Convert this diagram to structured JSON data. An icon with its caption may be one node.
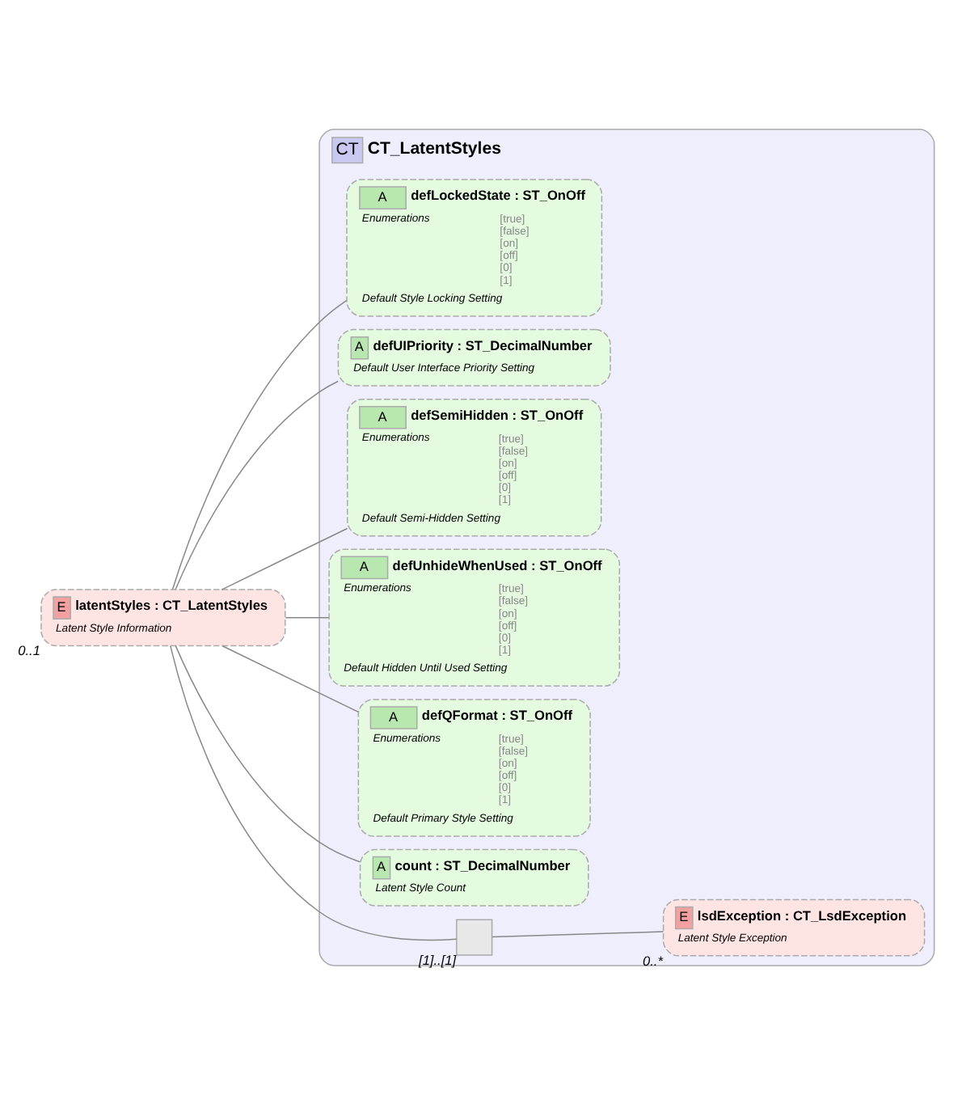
{
  "diagram": {
    "nodes": [
      {
        "text": [
          "E",
          "latentStyles : CT_LatentStyles",
          "Latent Style Information"
        ],
        "beside": [
          "0..1"
        ]
      },
      {
        "text": [
          "CT",
          "CT_LatentStyles"
        ]
      },
      {
        "text": [
          "A",
          "defLockedState : ST_OnOff",
          "Enumerations",
          "[true]",
          "[false]",
          "[on]",
          "[off]",
          "[0]",
          "[1]",
          "Default Style Locking Setting"
        ],
        "in": 1
      },
      {
        "text": [
          "A",
          "defUIPriority : ST_DecimalNumber",
          "Default User Interface Priority Setting"
        ],
        "in": 1
      },
      {
        "text": [
          "A",
          "defSemiHidden : ST_OnOff",
          "Enumerations",
          "[true]",
          "[false]",
          "[on]",
          "[off]",
          "[0]",
          "[1]",
          "Default Semi-Hidden Setting"
        ],
        "in": 1
      },
      {
        "text": [
          "A",
          "defUnhideWhenUsed : ST_OnOff",
          "Enumerations",
          "[true]",
          "[false]",
          "[on]",
          "[off]",
          "[0]",
          "[1]",
          "Default Hidden Until Used Setting"
        ],
        "in": 1
      },
      {
        "text": [
          "A",
          "defQFormat : ST_OnOff",
          "Enumerations",
          "[true]",
          "[false]",
          "[on]",
          "[off]",
          "[0]",
          "[1]",
          "Default Primary Style Setting"
        ],
        "in": 1
      },
      {
        "text": [
          "A",
          "count : ST_DecimalNumber",
          "Latent Style Count"
        ],
        "in": 1
      },
      {
        "text": [],
        "shape": "box",
        "beside": [
          "[1]..[1]"
        ],
        "in": 1
      },
      {
        "text": [
          "E",
          "lsdException : CT_LsdException",
          "Latent Style Exception"
        ],
        "beside": [
          "0..*"
        ],
        "in": 1
      }
    ],
    "edges": [
      {
        "from": 0,
        "to": 2,
        "arrow": "none"
      },
      {
        "from": 0,
        "to": 3,
        "arrow": "none"
      },
      {
        "from": 0,
        "to": 4,
        "arrow": "none"
      },
      {
        "from": 0,
        "to": 5,
        "arrow": "none"
      },
      {
        "from": 0,
        "to": 6,
        "arrow": "none"
      },
      {
        "from": 0,
        "to": 7,
        "arrow": "none"
      },
      {
        "from": 0,
        "to": 8,
        "arrow": "none"
      },
      {
        "from": 8,
        "to": 9,
        "arrow": "none"
      }
    ]
  }
}
